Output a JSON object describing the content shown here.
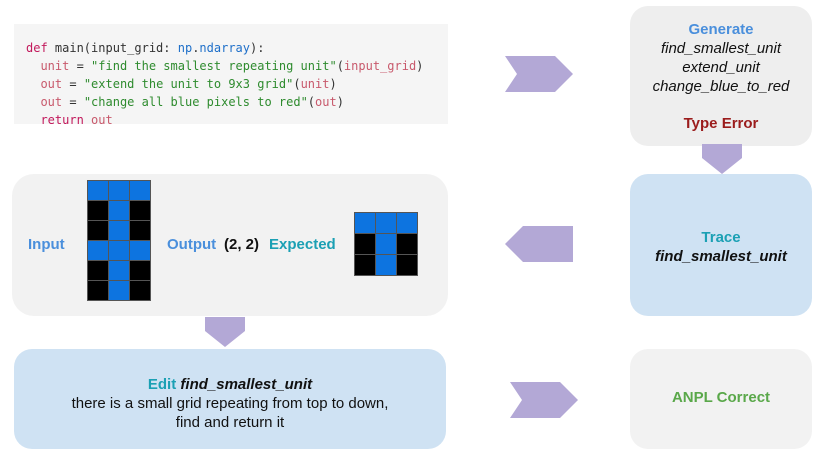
{
  "code": {
    "lines": [
      {
        "parts": [
          [
            "kw",
            "def"
          ],
          [
            "nm",
            " main(input_grid: "
          ],
          [
            "ty",
            "np"
          ],
          [
            "nm",
            "."
          ],
          [
            "ty",
            "ndarray"
          ],
          [
            "nm",
            "):"
          ]
        ]
      },
      {
        "parts": [
          [
            "nm",
            "  "
          ],
          [
            "va",
            "unit"
          ],
          [
            "nm",
            " = "
          ],
          [
            "st",
            "\"find the smallest repeating unit\""
          ],
          [
            "nm",
            "("
          ],
          [
            "va",
            "input_grid"
          ],
          [
            "nm",
            ")"
          ]
        ]
      },
      {
        "parts": [
          [
            "nm",
            "  "
          ],
          [
            "va",
            "out"
          ],
          [
            "nm",
            " = "
          ],
          [
            "st",
            "\"extend the unit to 9x3 grid\""
          ],
          [
            "nm",
            "("
          ],
          [
            "va",
            "unit"
          ],
          [
            "nm",
            ")"
          ]
        ]
      },
      {
        "parts": [
          [
            "nm",
            "  "
          ],
          [
            "va",
            "out"
          ],
          [
            "nm",
            " = "
          ],
          [
            "st",
            "\"change all blue pixels to red\""
          ],
          [
            "nm",
            "("
          ],
          [
            "va",
            "out"
          ],
          [
            "nm",
            ")"
          ]
        ]
      },
      {
        "parts": [
          [
            "nm",
            "  "
          ],
          [
            "kw",
            "return"
          ],
          [
            "nm",
            " "
          ],
          [
            "va",
            "out"
          ]
        ]
      }
    ]
  },
  "generate": {
    "title": "Generate",
    "items": [
      "find_smallest_unit",
      "extend_unit",
      "change_blue_to_red"
    ],
    "error": "Type Error"
  },
  "trace": {
    "title": "Trace",
    "function": "find_smallest_unit"
  },
  "io": {
    "input_label": "Input",
    "output_label": "Output",
    "output_value": "(2, 2)",
    "expected_label": "Expected",
    "input_grid": [
      [
        "b",
        "b",
        "b"
      ],
      [
        "k",
        "b",
        "k"
      ],
      [
        "k",
        "b",
        "k"
      ],
      [
        "b",
        "b",
        "b"
      ],
      [
        "k",
        "b",
        "k"
      ],
      [
        "k",
        "b",
        "k"
      ]
    ],
    "expected_grid": [
      [
        "b",
        "b",
        "b"
      ],
      [
        "k",
        "b",
        "k"
      ],
      [
        "k",
        "b",
        "k"
      ]
    ]
  },
  "edit": {
    "title": "Edit",
    "function": "find_smallest_unit",
    "line1": "there is a small grid repeating from top to down,",
    "line2": "find and return it"
  },
  "result": {
    "label": "ANPL Correct"
  },
  "colors": {
    "arrow": "#b3a8d6",
    "blue_cell": "#0d74e0",
    "black_cell": "#000000",
    "accent_blue": "#4a8fdc",
    "accent_teal": "#1ba0b4",
    "error_red": "#9b1c1c",
    "success_green": "#5aa84a"
  }
}
